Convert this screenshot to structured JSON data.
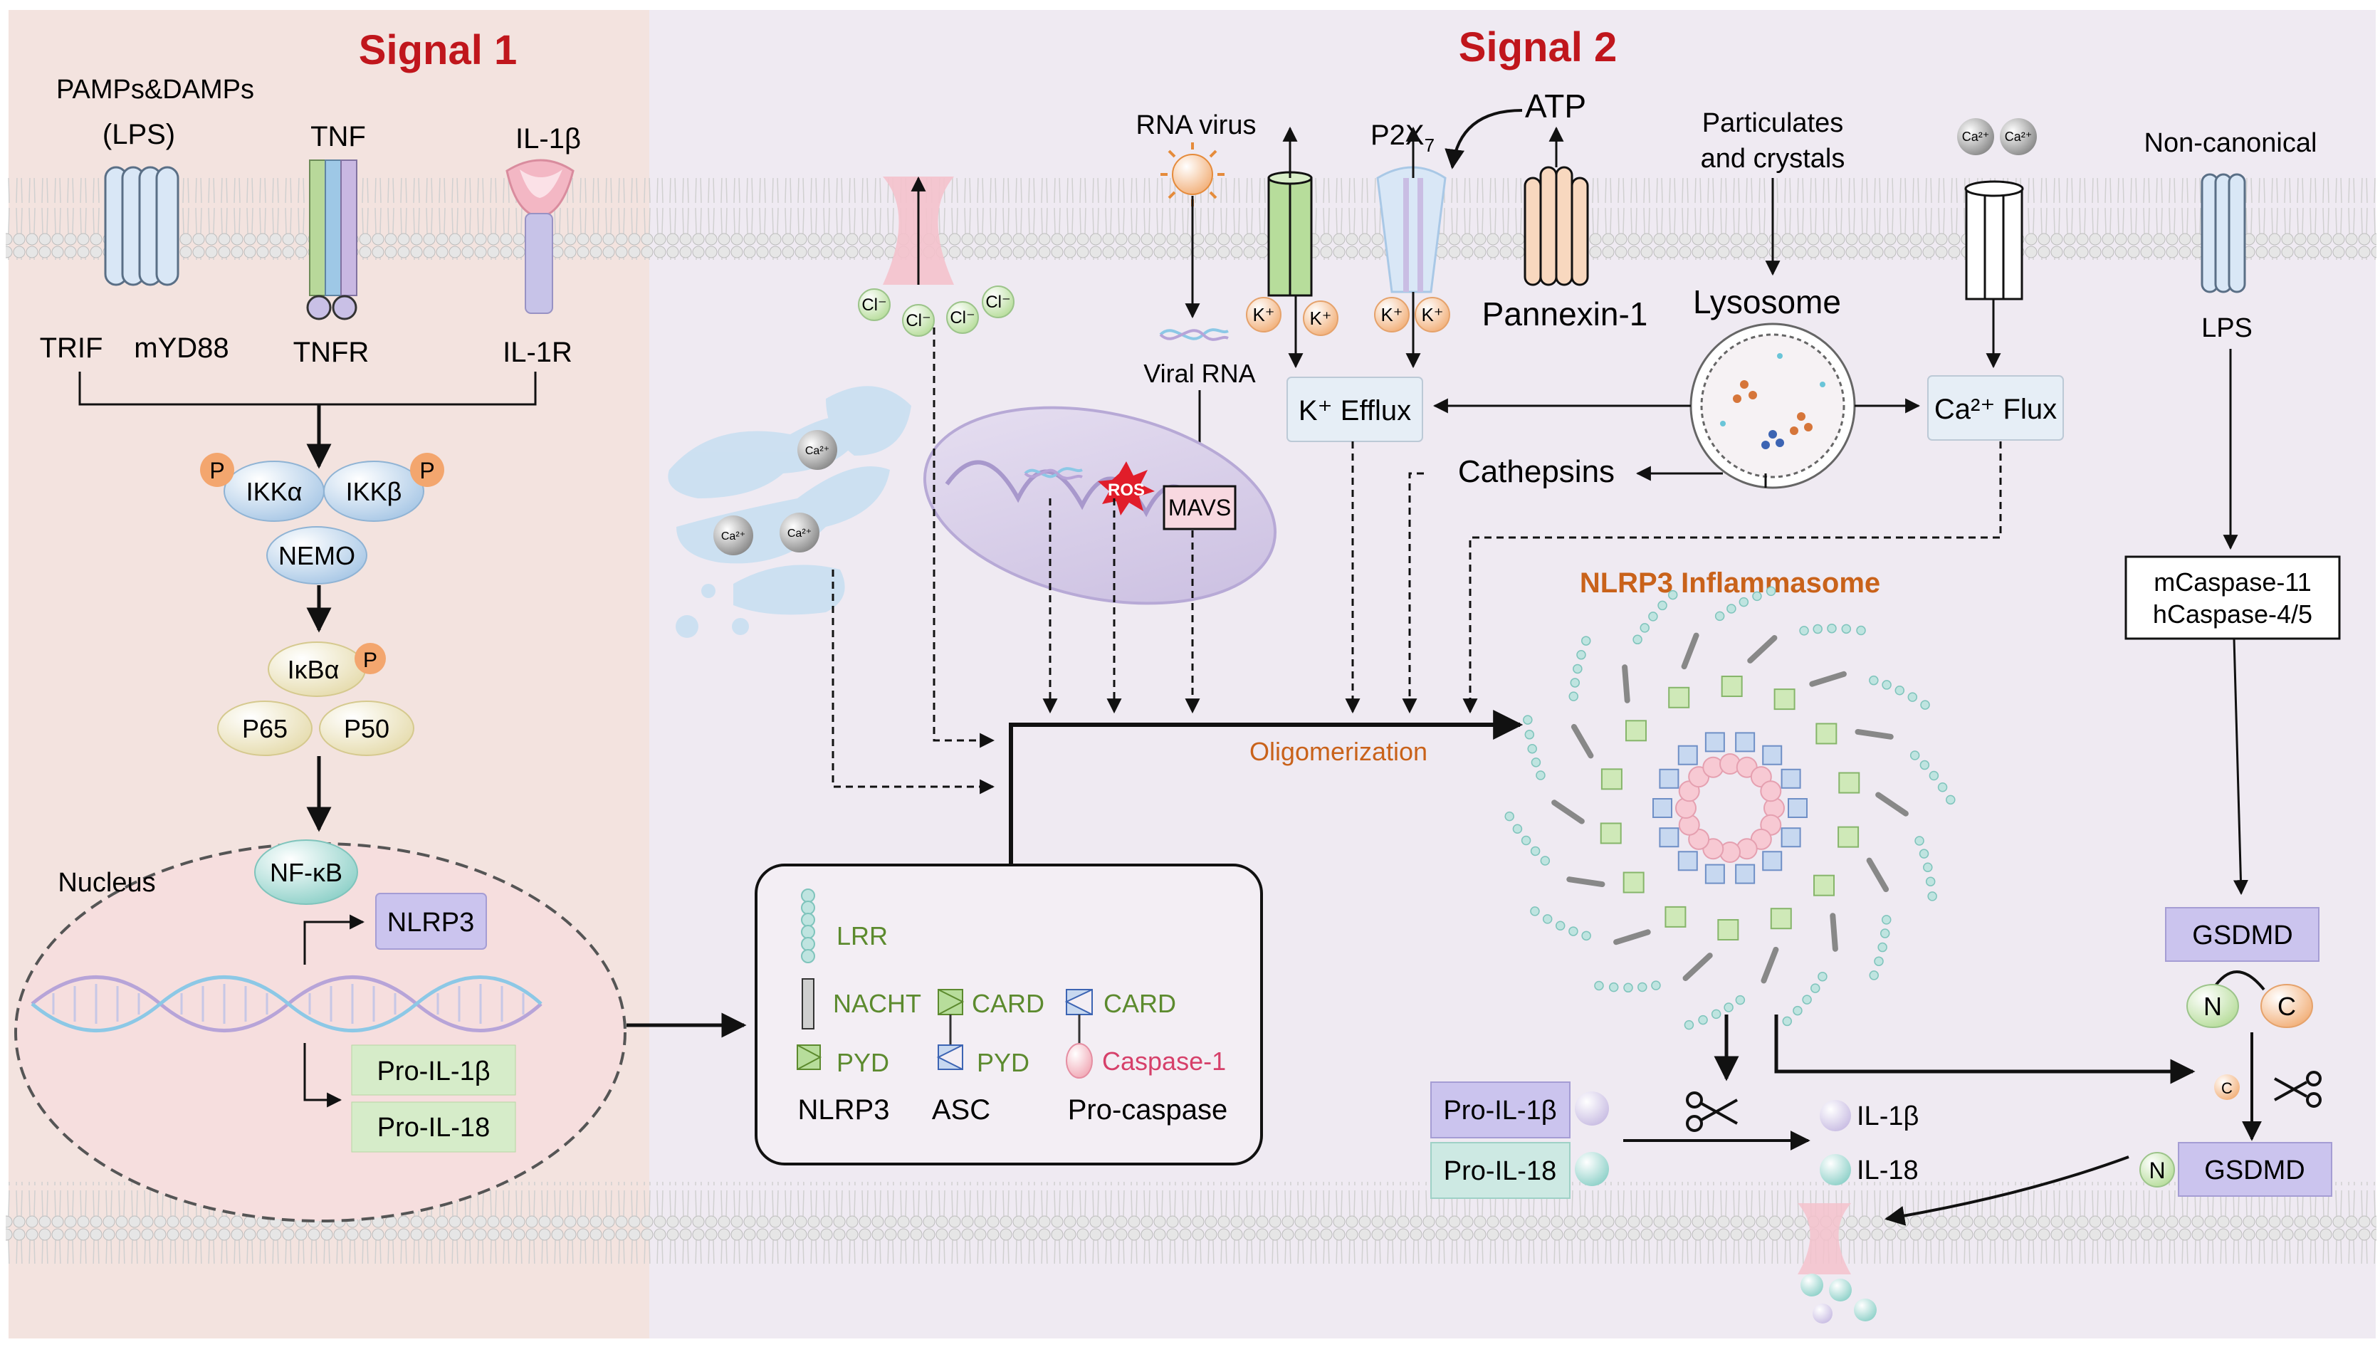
{
  "signal1": {
    "title": "Signal 1"
  },
  "signal2": {
    "title": "Signal 2"
  },
  "receptors": {
    "pamps": "PAMPs&DAMPs",
    "lps_paren": "(LPS)",
    "tnf": "TNF",
    "il1b": "IL-1β",
    "trif": "TRIF",
    "myd88": "mYD88",
    "tnfr": "TNFR",
    "il1r": "IL-1R"
  },
  "nfkb_pathway": {
    "p": "P",
    "ikka": "IKKα",
    "ikkb": "IKKβ",
    "nemo": "NEMO",
    "ikba": "IκBα",
    "p65": "P65",
    "p50": "P50",
    "nfkb": "NF-κB",
    "nucleus": "Nucleus",
    "nlrp3": "NLRP3",
    "pro_il1b": "Pro-IL-1β",
    "pro_il18": "Pro-IL-18"
  },
  "signal2_stimuli": {
    "rna_virus": "RNA virus",
    "viral_rna": "Viral RNA",
    "mavs": "MAVS",
    "ros": "ROS",
    "p2x7": "P2X",
    "p2x7_sub": "7",
    "atp": "ATP",
    "pannexin": "Pannexin-1",
    "particulates_1": "Particulates",
    "particulates_2": "and crystals",
    "lysosome": "Lysosome",
    "cathepsins": "Cathepsins",
    "k_efflux": "K⁺ Efflux",
    "ca_flux": "Ca²⁺ Flux",
    "k_ion": "K⁺",
    "ca_ion": "Ca²⁺",
    "cl_ion": "Cl⁻",
    "er_ca": "Ca²⁺"
  },
  "inflammasome": {
    "oligomerization": "Oligomerization",
    "title": "NLRP3 Inflammasome",
    "lrr": "LRR",
    "nacht": "NACHT",
    "card": "CARD",
    "pyd": "PYD",
    "caspase1": "Caspase-1",
    "nlrp3": "NLRP3",
    "asc": "ASC",
    "procaspase": "Pro-caspase"
  },
  "noncanonical": {
    "title": "Non-canonical",
    "lps": "LPS",
    "caspase_line1": "mCaspase-11",
    "caspase_line2": "hCaspase-4/5",
    "gsdmd": "GSDMD",
    "n": "N",
    "c": "C"
  },
  "outputs": {
    "pro_il1b": "Pro-IL-1β",
    "pro_il18": "Pro-IL-18",
    "il1b": "IL-1β",
    "il18": "IL-18"
  },
  "colors": {
    "signal_title": "#c0161c",
    "left_bg": "#f3e3df",
    "right_bg": "#efeaf2",
    "inflammasome_title": "#c9621a",
    "domain_green": "#5c8a2e"
  }
}
